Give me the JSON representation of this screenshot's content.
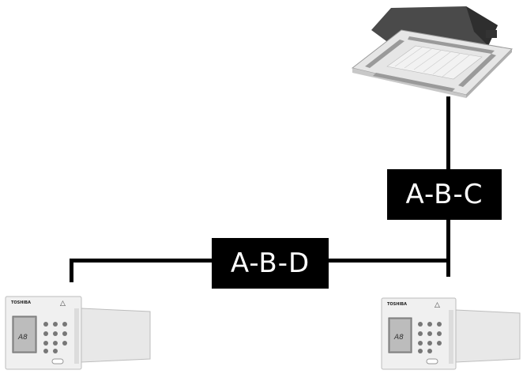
{
  "labels": {
    "upper_link": "A-B-C",
    "lower_link": "A-B-D"
  },
  "remote_left": {
    "brand": "TOSHIBA",
    "display_value": "A8"
  },
  "remote_right": {
    "brand": "TOSHIBA",
    "display_value": "A8"
  },
  "colors": {
    "wire": "#000000",
    "label_bg": "#000000",
    "label_text": "#ffffff"
  }
}
